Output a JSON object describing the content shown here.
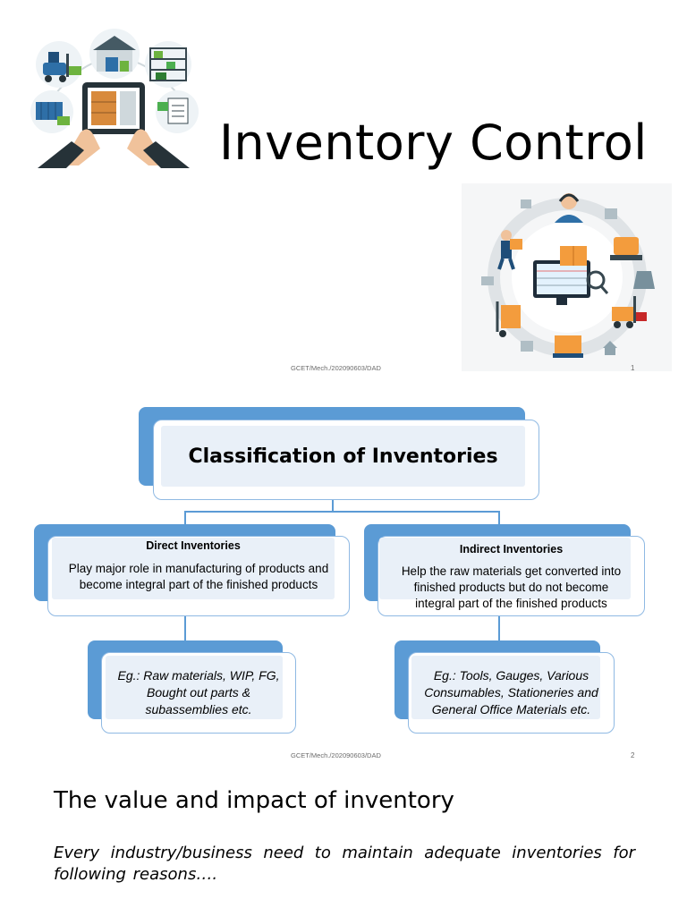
{
  "slide1": {
    "title": "Inventory Control",
    "footer": "GCET/Mech./202090603/DAD",
    "page_number": "1",
    "left_illustration": "tablet-warehouse-icon",
    "right_illustration": "logistics-circle-icon"
  },
  "slide2": {
    "root": {
      "title": "Classification of Inventories"
    },
    "direct": {
      "title": "Direct Inventories",
      "description_lines": [
        "Play  major role in manufacturing of products and",
        "become integral part of the finished products"
      ],
      "example_lines": [
        "Eg.: Raw materials, WIP, FG,",
        "Bought out parts &",
        "subassemblies etc."
      ]
    },
    "indirect": {
      "title": "Indirect Inventories",
      "description_lines": [
        "Help the raw materials get converted into",
        "finished products but do not become",
        "integral part of the finished products"
      ],
      "example_lines": [
        "Eg.: Tools, Gauges, Various",
        "Consumables, Stationeries and",
        "General Office Materials  etc."
      ]
    },
    "footer": "GCET/Mech./202090603/DAD",
    "page_number": "2",
    "colors": {
      "accent": "#5b9bd5",
      "border": "#8fb9e3",
      "fill": "#e9f0f8"
    }
  },
  "slide3": {
    "title": "The value and impact of inventory",
    "body": "Every industry/business need to maintain adequate inventories for following reasons…."
  }
}
